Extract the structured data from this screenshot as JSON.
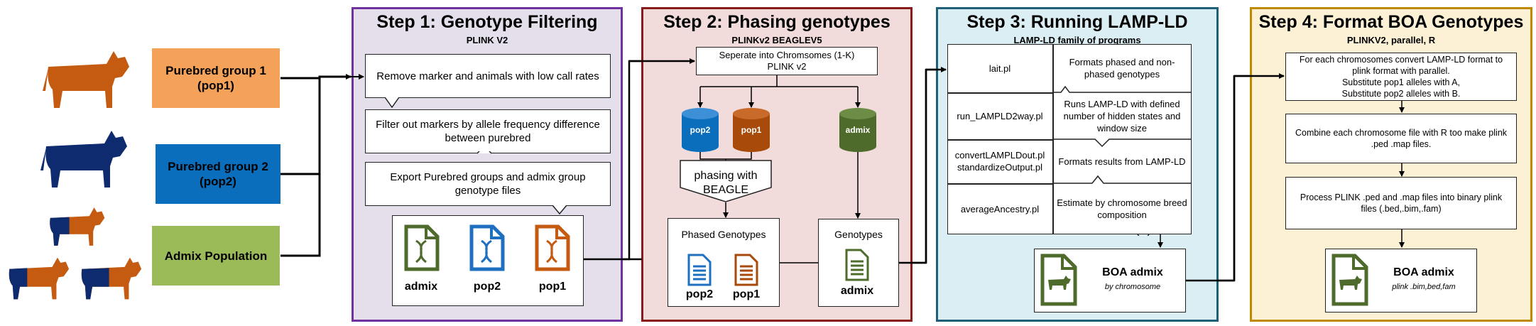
{
  "colors": {
    "pop1": "#c55a11",
    "pop2": "#0d2b6e",
    "pop2_doc": "#1f6fc0",
    "admix": "#4e6b2b",
    "pop1_box": "#f4a259",
    "pop2_box": "#0a6ebd",
    "admix_box": "#9bbb59",
    "step1": "#7030a0",
    "step2": "#8b1a1a",
    "step3": "#1f5f7a",
    "step4": "#c08a00"
  },
  "icons": {
    "animal": "cow-icon",
    "file": "dna-file-icon",
    "document": "document-icon",
    "database": "database-icon",
    "result": "cow-file-icon"
  },
  "populations": [
    {
      "label": "Purebred group 1\n(pop1)"
    },
    {
      "label": "Purebred group 2\n(pop2)"
    },
    {
      "label": "Admix Population"
    }
  ],
  "step1": {
    "title": "Step 1: Genotype Filtering",
    "subtitle": "PLINK V2",
    "boxes": [
      "Remove marker and animals with low call rates",
      "Filter out markers by allele frequency difference between purebred",
      "Export Purebred groups and admix group genotype files"
    ],
    "files": [
      "admix",
      "pop2",
      "pop1"
    ]
  },
  "step2": {
    "title": "Step 2: Phasing genotypes",
    "subtitle": "PLINKv2 BEAGLEV5",
    "separate": "Seperate into Chromsomes (1-K)\nPLINK v2",
    "dbs": [
      "pop2",
      "pop1",
      "admix"
    ],
    "phasing": "phasing with\nBEAGLE",
    "phased_title": "Phased Genotypes",
    "phased_files": [
      "pop2",
      "pop1"
    ],
    "genotypes_title": "Genotypes",
    "genotypes_file": "admix"
  },
  "step3": {
    "title": "Step 3: Running LAMP-LD",
    "subtitle": "LAMP-LD family of programs",
    "rows": [
      {
        "program": "lait.pl",
        "desc": "Formats phased and non-phased genotypes"
      },
      {
        "program": "run_LAMPLD2way.pl",
        "desc": "Runs LAMP-LD with defined number of hidden states and window size"
      },
      {
        "program": "convertLAMPLDout.pl\nstandardizeOutput.pl",
        "desc": "Formats results from LAMP-LD"
      },
      {
        "program": "averageAncestry.pl",
        "desc": "Estimate by chromosome breed composition"
      }
    ],
    "result_title": "BOA admix",
    "result_sub": "by chromosome"
  },
  "step4": {
    "title": "Step 4: Format BOA Genotypes",
    "subtitle": "PLINKV2, parallel, R",
    "boxes": [
      "For each chromosomes convert LAMP-LD format to plink format with parallel.\nSubstitute pop1 alleles with A,\nSubstitute pop2 alleles with B.",
      "Combine each chromosome file with R too make plink .ped .map files.",
      "Process PLINK .ped and .map files into binary plink files (.bed,.bim,.fam)"
    ],
    "result_title": "BOA admix",
    "result_sub": "plink .bim,bed,fam"
  }
}
